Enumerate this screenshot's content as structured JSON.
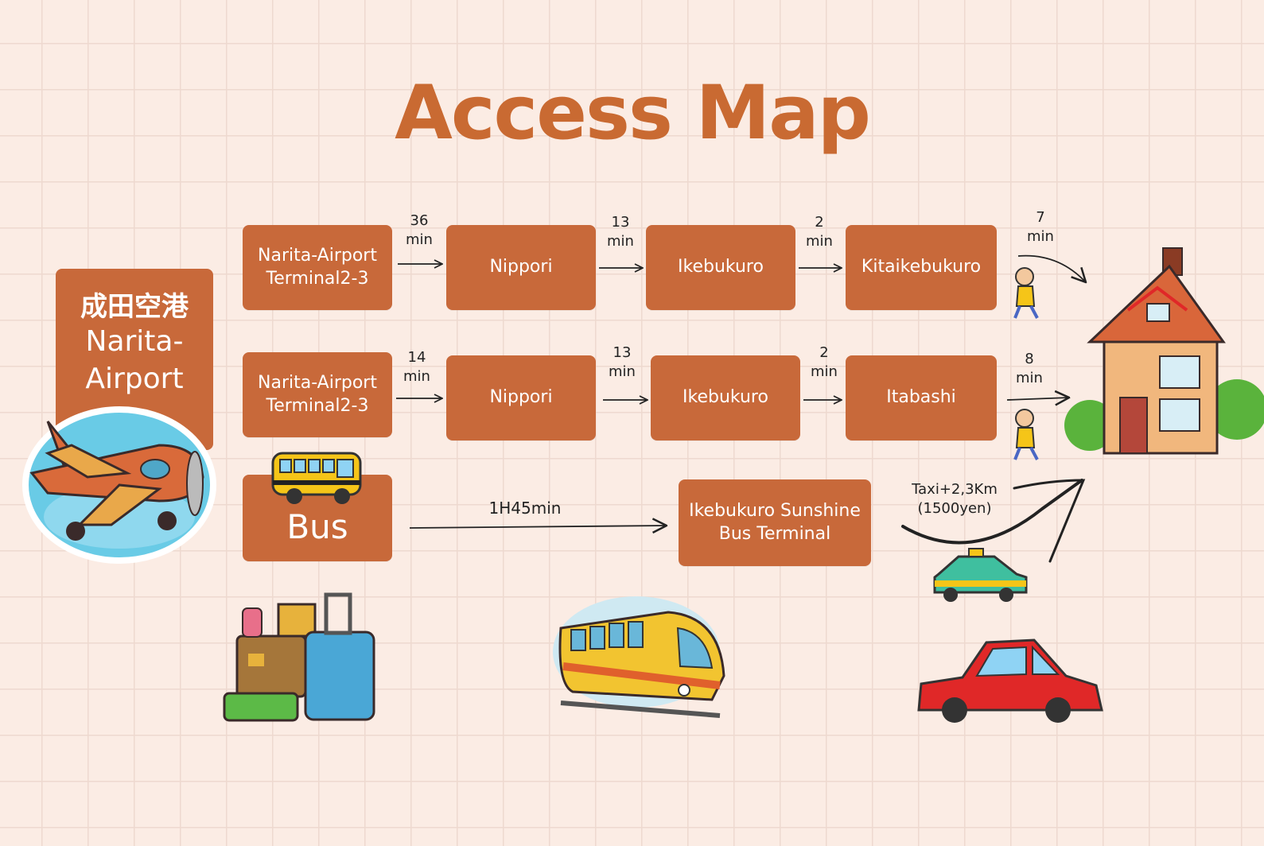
{
  "title": "Access Map",
  "origin": {
    "jp": "成田空港",
    "en": "Narita-\nAirport"
  },
  "route1": {
    "stations": [
      "Narita-Airport\nTerminal2-3",
      "Nippori",
      "Ikebukuro",
      "Kitaikebukuro"
    ],
    "times": [
      "36\nmin",
      "13\nmin",
      "2\nmin",
      "7\nmin"
    ]
  },
  "route2": {
    "stations": [
      "Narita-Airport\nTerminal2-3",
      "Nippori",
      "Ikebukuro",
      "Itabashi"
    ],
    "times": [
      "14\nmin",
      "13\nmin",
      "2\nmin",
      "8\nmin"
    ]
  },
  "route3": {
    "start": "Bus",
    "time": "1H45min",
    "terminal": "Ikebukuro Sunshine\nBus Terminal",
    "taxi": "Taxi+2,3Km\n(1500yen)"
  },
  "colors": {
    "box": "#c8693a",
    "title": "#c96a32",
    "background": "#fbece4"
  },
  "icons": [
    "airplane-icon",
    "bus-icon",
    "luggage-icon",
    "train-icon",
    "taxi-icon",
    "car-icon",
    "house-icon",
    "walking-child-icon"
  ]
}
